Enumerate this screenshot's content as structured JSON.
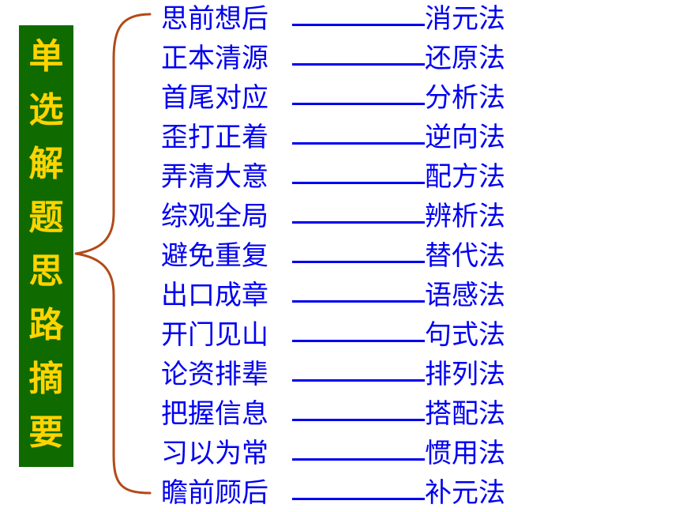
{
  "title_chars": [
    "单",
    "选",
    "解",
    "题",
    "思",
    "路",
    "摘",
    "要"
  ],
  "rows": [
    {
      "phrase": "思前想后",
      "method": "消元法"
    },
    {
      "phrase": "正本清源",
      "method": "还原法"
    },
    {
      "phrase": "首尾对应",
      "method": "分析法"
    },
    {
      "phrase": "歪打正着",
      "method": "逆向法"
    },
    {
      "phrase": "弄清大意",
      "method": "配方法"
    },
    {
      "phrase": "综观全局",
      "method": "辨析法"
    },
    {
      "phrase": "避免重复",
      "method": "替代法"
    },
    {
      "phrase": "出口成章",
      "method": "语感法"
    },
    {
      "phrase": "开门见山",
      "method": "句式法"
    },
    {
      "phrase": "论资排辈",
      "method": "排列法"
    },
    {
      "phrase": "把握信息",
      "method": "搭配法"
    },
    {
      "phrase": "习以为常",
      "method": "惯用法"
    },
    {
      "phrase": "瞻前顾后",
      "method": "补元法"
    }
  ],
  "colors": {
    "title_bg": "#0f6a00",
    "title_text": "#ffd400",
    "list_text": "#0000f0",
    "brace": "#b24a18"
  }
}
